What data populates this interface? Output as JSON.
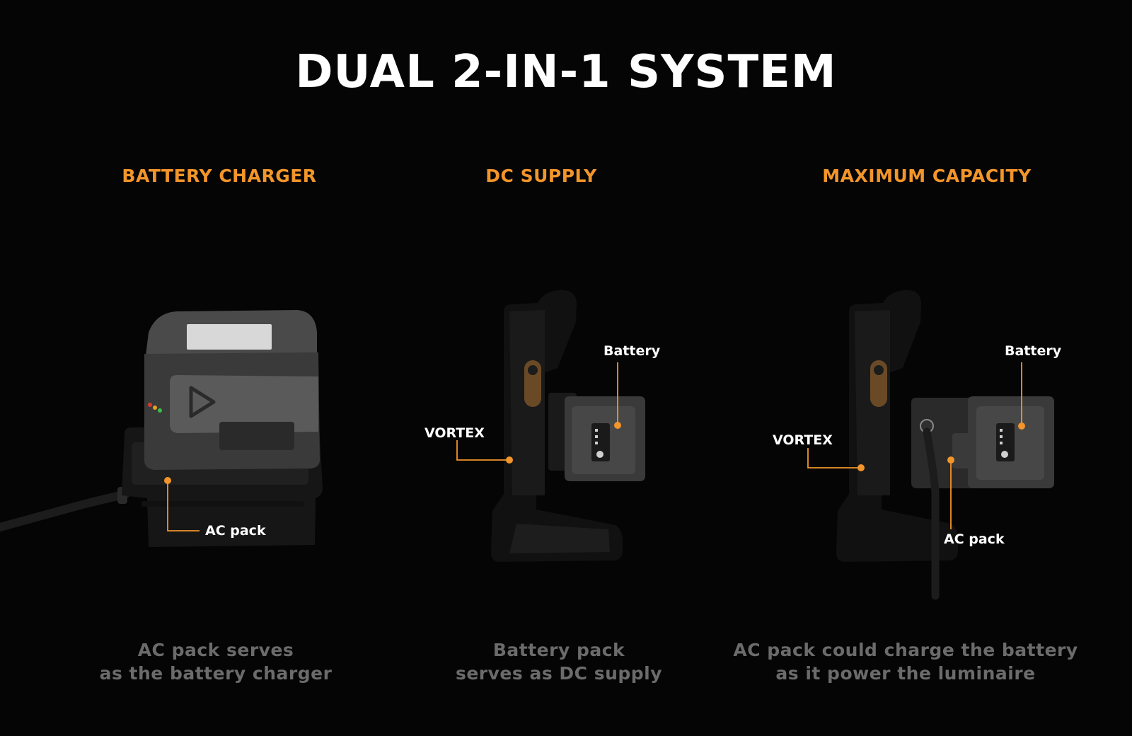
{
  "title": "DUAL 2-IN-1 SYSTEM",
  "accent_color": "#f2952a",
  "columns": [
    {
      "heading": "BATTERY CHARGER",
      "callouts": [
        "AC pack"
      ],
      "caption_lines": [
        "AC pack serves",
        "as the battery charger"
      ]
    },
    {
      "heading": "DC SUPPLY",
      "callouts": [
        "Battery",
        "VORTEX"
      ],
      "caption_lines": [
        "Battery pack",
        "serves as DC supply"
      ]
    },
    {
      "heading": "MAXIMUM CAPACITY",
      "callouts": [
        "Battery",
        "VORTEX",
        "AC pack"
      ],
      "caption_lines": [
        "AC pack could charge the battery",
        "as it power the luminaire"
      ]
    }
  ]
}
